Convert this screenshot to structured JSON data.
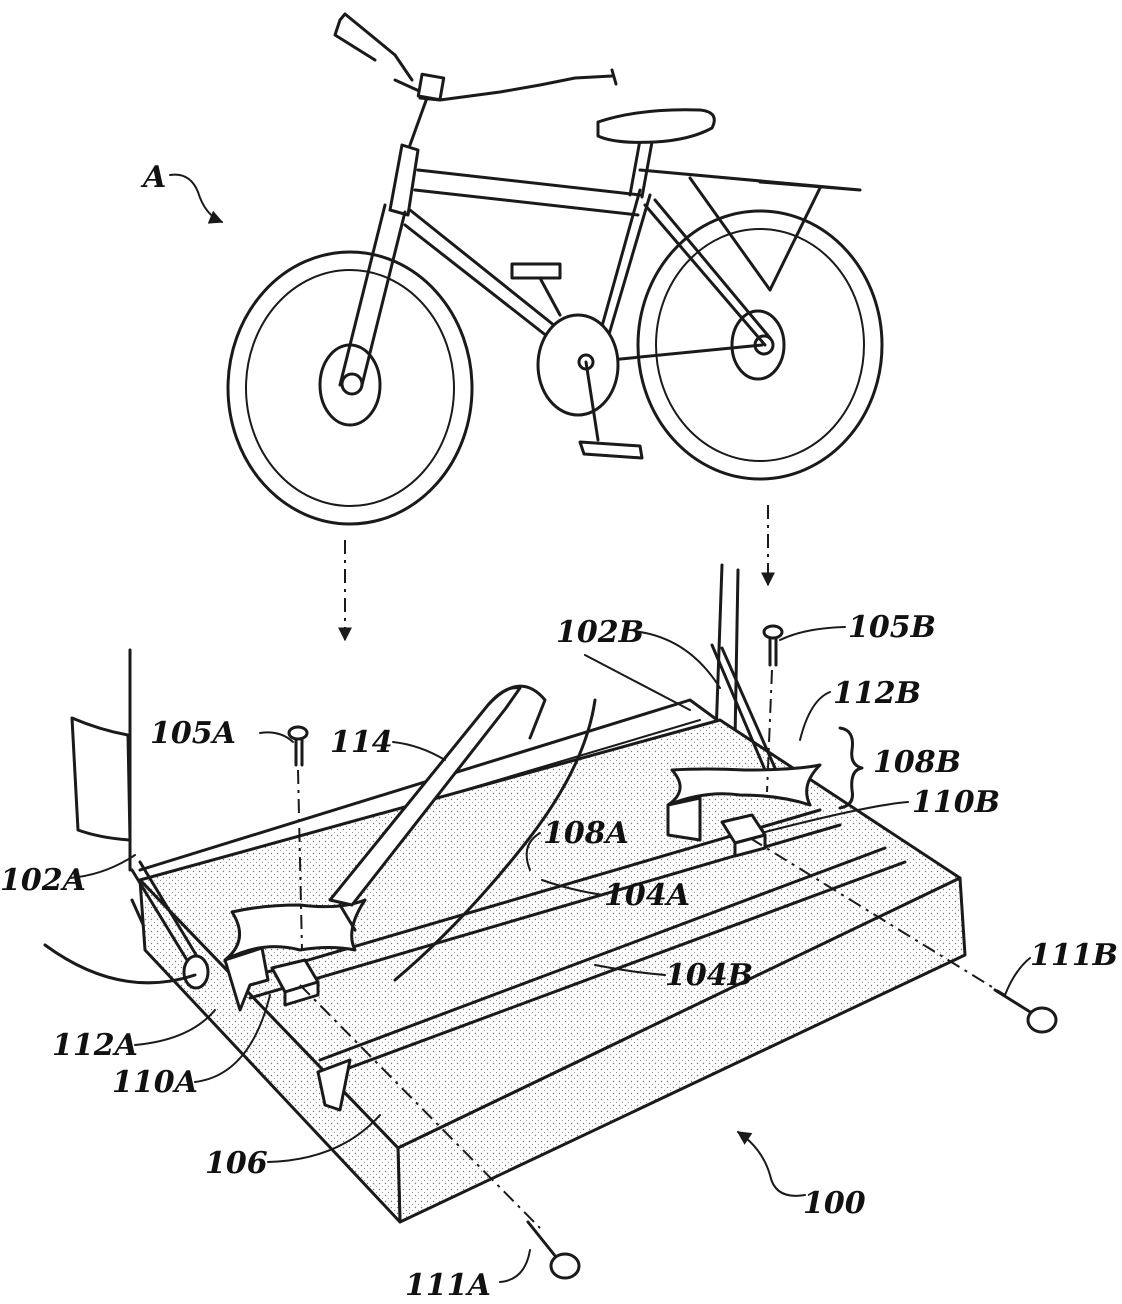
{
  "labels": {
    "A": "A",
    "l100": "100",
    "l102A": "102A",
    "l102B": "102B",
    "l104A": "104A",
    "l104B": "104B",
    "l105A": "105A",
    "l105B": "105B",
    "l106": "106",
    "l108A": "108A",
    "l108B": "108B",
    "l110A": "110A",
    "l110B": "110B",
    "l111A": "111A",
    "l111B": "111B",
    "l112A": "112A",
    "l112B": "112B",
    "l114": "114"
  }
}
